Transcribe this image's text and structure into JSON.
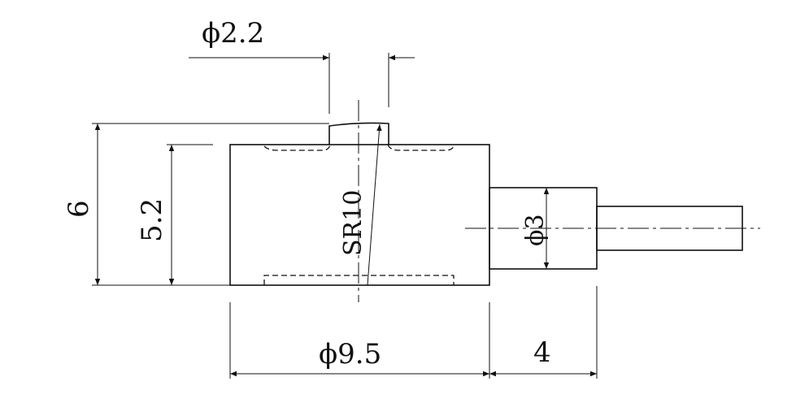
{
  "drawing": {
    "dimensions": {
      "boss_diameter": "ϕ2.2",
      "total_height": "6",
      "body_height": "5.2",
      "spherical_radius": "SR10",
      "body_diameter": "ϕ9.5",
      "gland_length": "4",
      "gland_diameter": "ϕ3"
    }
  }
}
